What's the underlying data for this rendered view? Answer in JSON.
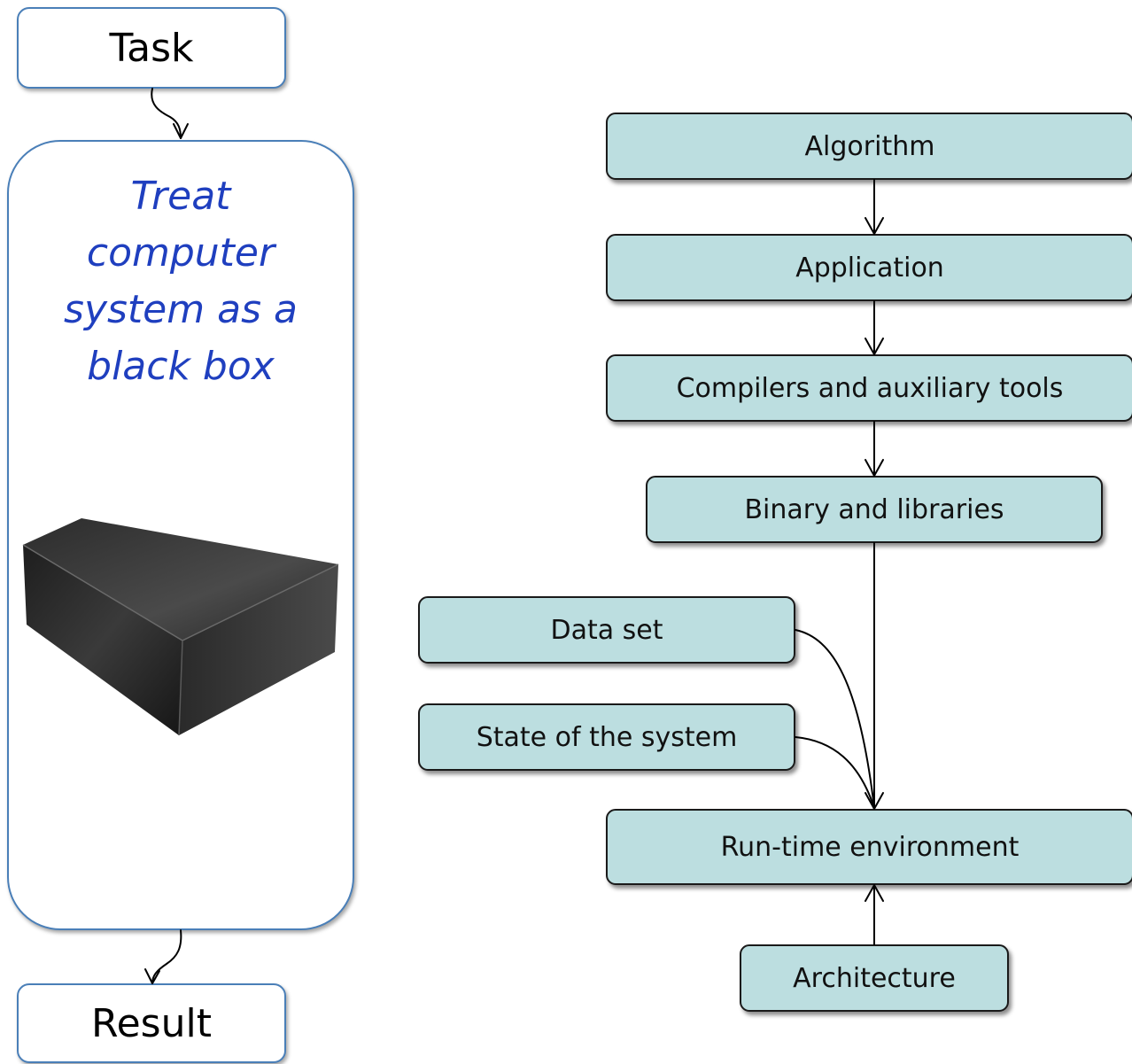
{
  "left": {
    "task_label": "Task",
    "blackbox_lines": [
      "Treat",
      "computer",
      "system as a",
      "black box"
    ],
    "result_label": "Result"
  },
  "right": {
    "nodes": {
      "algorithm": "Algorithm",
      "application": "Application",
      "compilers": "Compilers and auxiliary tools",
      "binary": "Binary and libraries",
      "dataset": "Data set",
      "state": "State of the system",
      "runtime": "Run-time environment",
      "architecture": "Architecture"
    }
  },
  "colors": {
    "node_fill": "#bcdee0",
    "blackbox_text": "#1f3fbf",
    "white_box_border": "#4a7fb8"
  }
}
